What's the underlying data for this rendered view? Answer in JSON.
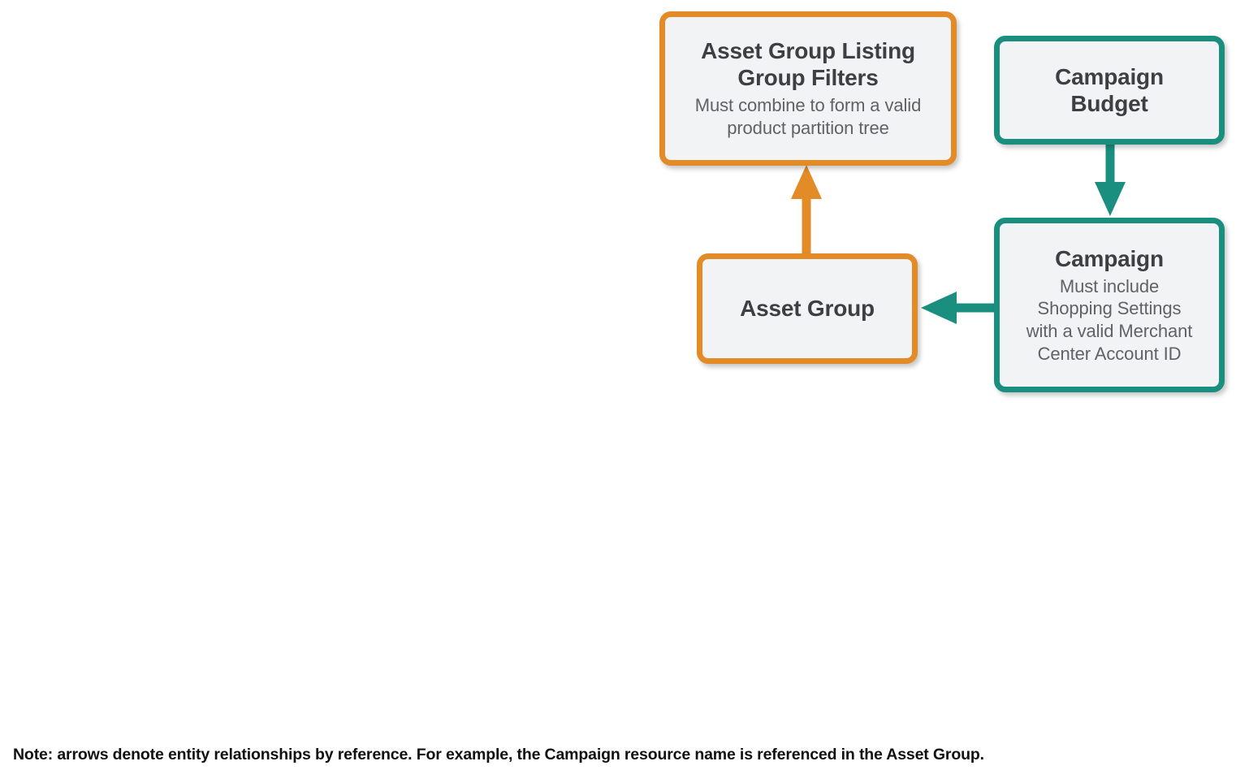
{
  "diagram": {
    "colors": {
      "orange": "#E38B26",
      "teal": "#1A8F80",
      "node_fill": "#F1F3F4",
      "title_text": "#3C4043",
      "desc_text": "#5F6368",
      "note_text": "#111111",
      "background": "#FFFFFF"
    },
    "nodes": [
      {
        "id": "asset-group-listing-group-filters",
        "title": "Asset Group Listing Group Filters",
        "title_lines": [
          "Asset Group Listing",
          "Group Filters"
        ],
        "description": "Must combine to form a valid product partition tree",
        "description_lines": [
          "Must combine to form a valid",
          "product partition tree"
        ],
        "color": "orange"
      },
      {
        "id": "campaign-budget",
        "title": "Campaign Budget",
        "title_lines": [
          "Campaign",
          "Budget"
        ],
        "description": "",
        "description_lines": [],
        "color": "teal"
      },
      {
        "id": "asset-group",
        "title": "Asset Group",
        "title_lines": [
          "Asset Group"
        ],
        "description": "",
        "description_lines": [],
        "color": "orange"
      },
      {
        "id": "campaign",
        "title": "Campaign",
        "title_lines": [
          "Campaign"
        ],
        "description": "Must include Shopping Settings with a valid Merchant Center Account ID",
        "description_lines": [
          "Must include",
          "Shopping Settings",
          "with a valid Merchant",
          "Center Account ID"
        ],
        "color": "teal"
      }
    ],
    "edges": [
      {
        "id": "asset-group-to-listing-group-filters",
        "from": "asset-group",
        "to": "asset-group-listing-group-filters",
        "color": "orange",
        "direction": "up"
      },
      {
        "id": "campaign-budget-to-campaign",
        "from": "campaign-budget",
        "to": "campaign",
        "color": "teal",
        "direction": "down"
      },
      {
        "id": "campaign-to-asset-group",
        "from": "campaign",
        "to": "asset-group",
        "color": "teal",
        "direction": "left"
      }
    ],
    "note": "Note: arrows denote entity relationships by reference. For example, the Campaign resource name is referenced in the Asset Group."
  }
}
